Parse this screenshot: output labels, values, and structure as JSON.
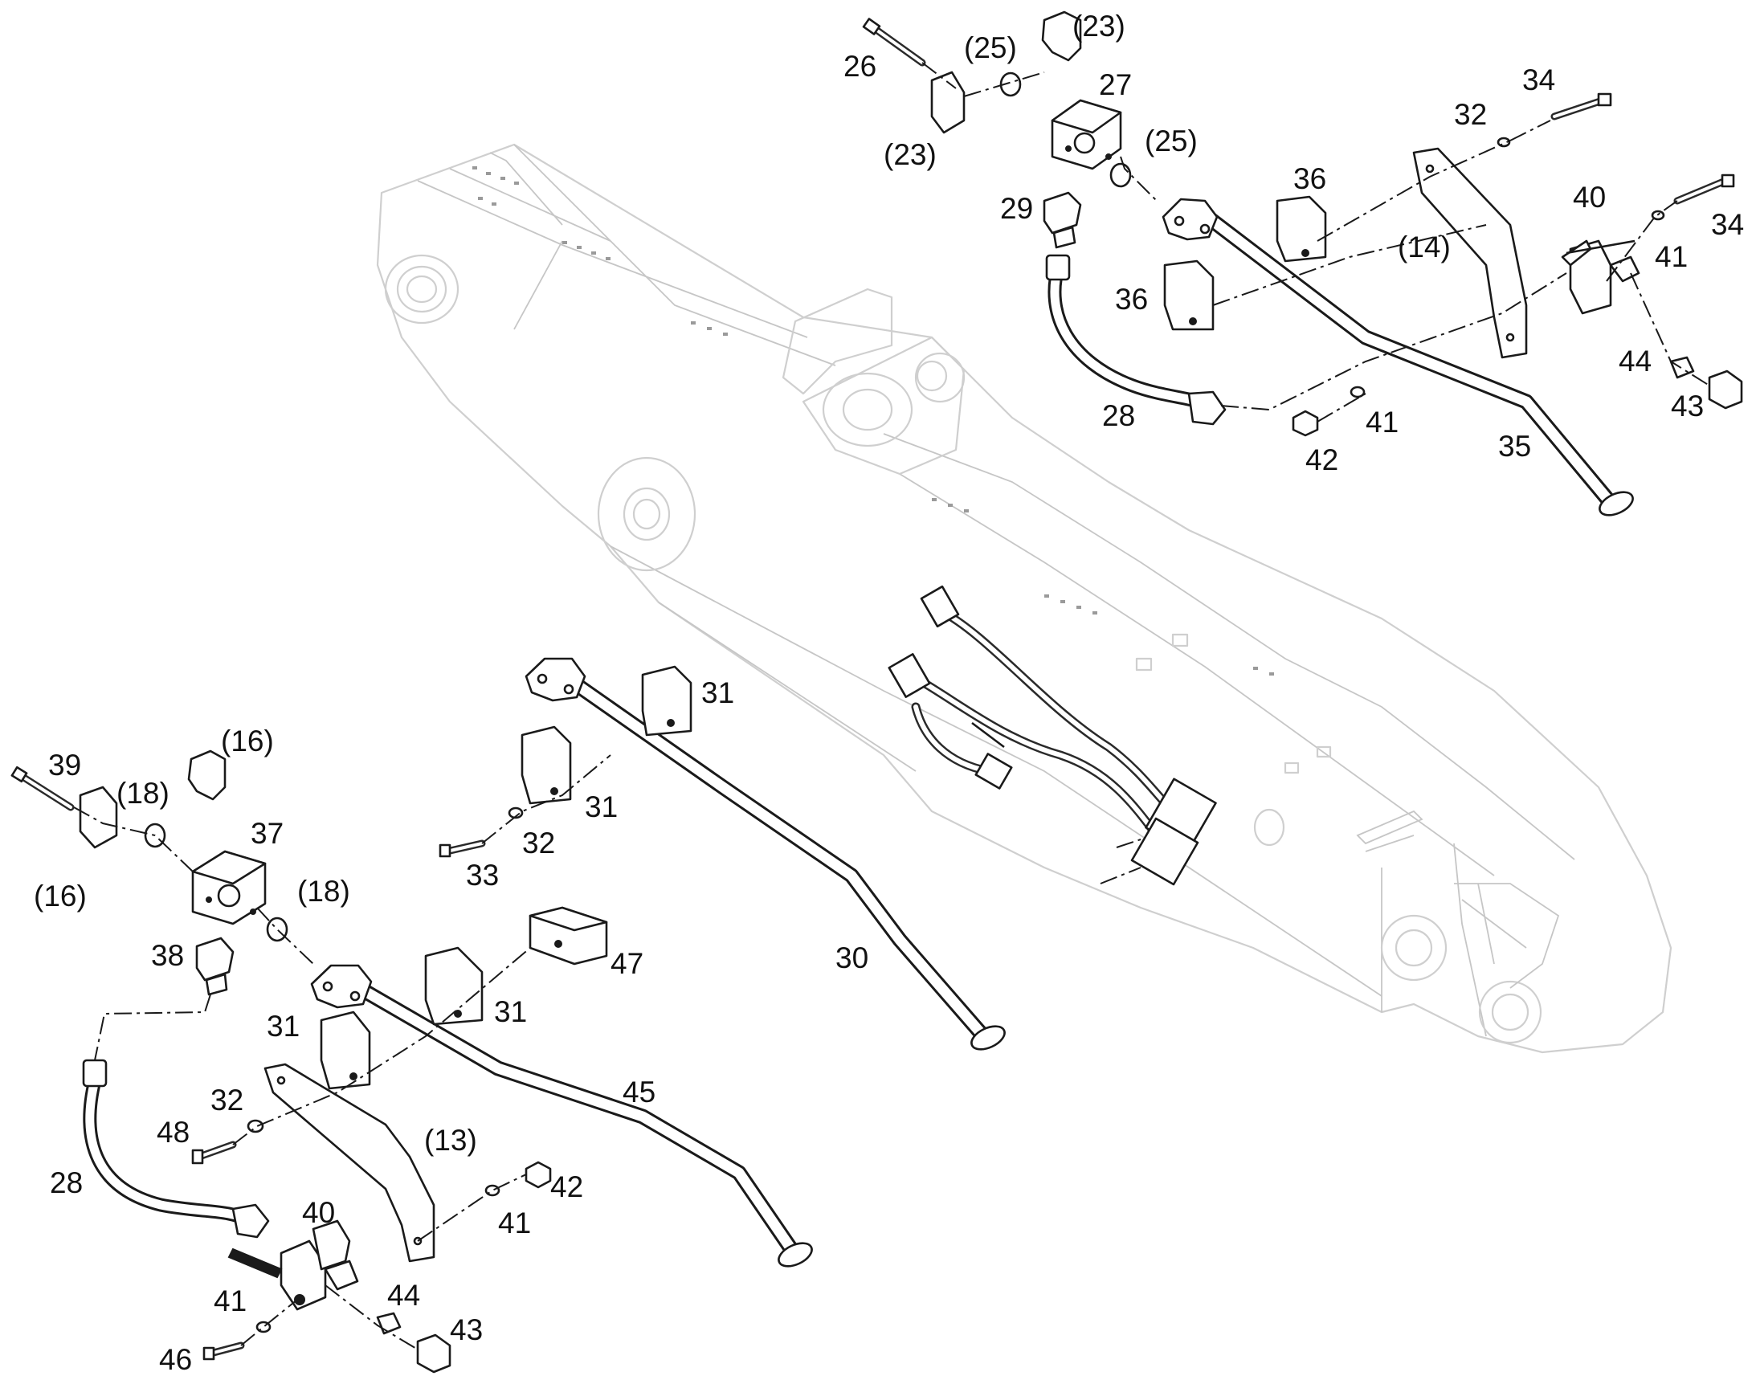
{
  "figure": {
    "type": "exploded-parts-diagram",
    "background_color": "#ffffff",
    "line_color": "#1a1a1a",
    "frame_color": "#cfcfcf"
  },
  "callouts": {
    "c16a": "(16)",
    "c16b": "(16)",
    "c18a": "(18)",
    "c18b": "(18)",
    "c23a": "(23)",
    "c23b": "(23)",
    "c25a": "(25)",
    "c25b": "(25)",
    "c13": "(13)",
    "c14": "(14)",
    "c26": "26",
    "c27": "27",
    "c28a": "28",
    "c28b": "28",
    "c29": "29",
    "c30": "30",
    "c31a": "31",
    "c31b": "31",
    "c31c": "31",
    "c31d": "31",
    "c32a": "32",
    "c32b": "32",
    "c32c": "32",
    "c33": "33",
    "c34a": "34",
    "c34b": "34",
    "c35": "35",
    "c36a": "36",
    "c36b": "36",
    "c37": "37",
    "c38": "38",
    "c39": "39",
    "c40a": "40",
    "c40b": "40",
    "c41a": "41",
    "c41b": "41",
    "c41c": "41",
    "c41d": "41",
    "c42a": "42",
    "c42b": "42",
    "c43a": "43",
    "c43b": "43",
    "c44a": "44",
    "c44b": "44",
    "c45": "45",
    "c46": "46",
    "c47": "47",
    "c48": "48"
  }
}
